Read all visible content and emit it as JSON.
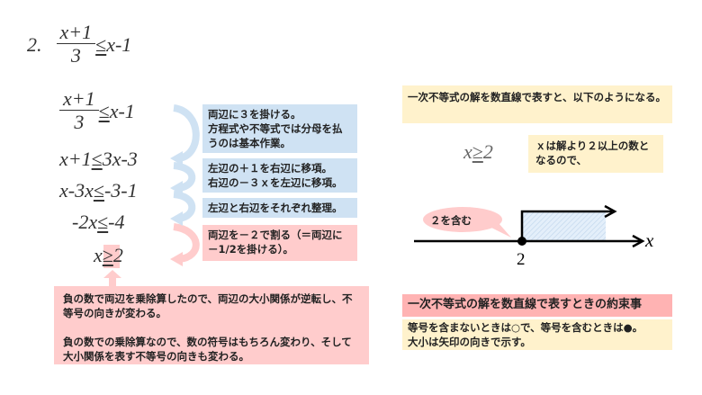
{
  "problem": {
    "number": "2.",
    "num": "x+1",
    "den": "3",
    "rel": "≤",
    "rhs": "x-1"
  },
  "steps": {
    "s1": {
      "num": "x+1",
      "den": "3",
      "rel": "≤",
      "rhs": "x-1"
    },
    "s2": {
      "lhs": "x+1",
      "rel": "≤",
      "rhs": "3x-3"
    },
    "s3": {
      "lhs": "x-3x",
      "rel": "≤",
      "rhs": "-3-1"
    },
    "s4": {
      "lhs": "-2x",
      "rel": "≤",
      "rhs": "-4"
    },
    "s5": {
      "lhs": "x",
      "rel": "≥",
      "rhs": "2"
    }
  },
  "notes": {
    "n1": "両辺に３を掛ける。\n方程式や不等式では分母を払うのは基本作業。",
    "n2": "左辺の＋１を右辺に移項。\n右辺の－３ｘを左辺に移項。",
    "n3": "左辺と右辺をそれぞれ整理。",
    "n4": "両辺を－２で割る（＝両辺に－1/2を掛ける）。",
    "n5": "負の数で両辺を乗除算したので、両辺の大小関係が逆転し、不等号の向きが変わる。\n\n負の数での乗除算なので、数の符号はもちろん変わり、そして大小関係を表す不等号の向きも変わる。"
  },
  "right": {
    "intro": "一次不等式の解を数直線で表すと、以下のようになる。",
    "sol_lhs": "x",
    "sol_rel": "≥",
    "sol_rhs": "2",
    "sol_note": "ｘは解より２以上の数となるので、",
    "bubble": "２を含む",
    "tick": "2",
    "axis": "x",
    "rule_title": "一次不等式の解を数直線で表すときの約束事",
    "rule_text": "等号を含まないときは○で、等号を含むときは●。\n大小は矢印の向きで示す。"
  },
  "colors": {
    "blue": "#cfe2f3",
    "pink": "#ffcccc",
    "yellow": "#fff2cc",
    "heading": "#ffb3b3"
  }
}
